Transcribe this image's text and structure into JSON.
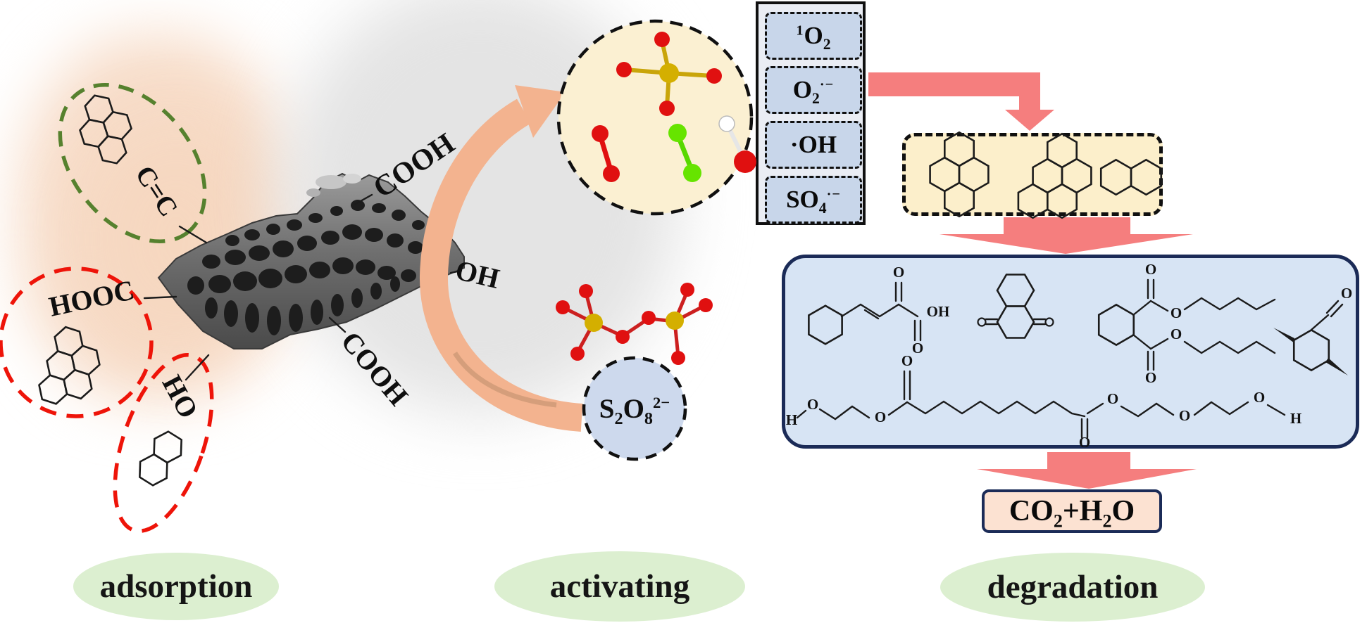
{
  "figure": {
    "stage_labels": {
      "adsorption": "adsorption",
      "activating": "activating",
      "degradation": "degradation"
    },
    "functional_groups": {
      "cc": "C=C",
      "hooc": "HOOC",
      "ho": "HO",
      "cooh_top": "COOH",
      "oh": "OH",
      "cooh_bottom": "COOH"
    },
    "ros_box": {
      "chips": [
        {
          "pre_sup": "1",
          "base": "O",
          "sub": "2"
        },
        {
          "base": "O",
          "sub": "2",
          "post_sup": "·−"
        },
        {
          "pre": "·",
          "base": "OH"
        },
        {
          "base": "SO",
          "sub": "4",
          "post_sup": "·−"
        }
      ]
    },
    "persulfate_label": {
      "base": "S",
      "sub": "2",
      "base2": "O",
      "sub2": "8",
      "post_sup": "2−"
    },
    "product_label": {
      "base": "CO",
      "sub": "2",
      "mid": "+H",
      "sub2": "2",
      "end": "O"
    },
    "atoms": {
      "o": "O",
      "h": "H",
      "oh": "OH"
    },
    "colors": {
      "peach_arrow": "#f3b38f",
      "pink_arrow": "#f57e7e",
      "stage_ellipse": "#dcefd0",
      "ros_chip": "#c8d6ea",
      "ros_circle_fill": "#fbf0d2",
      "yellow_box": "#fcefcb",
      "blue_box_fill": "#d7e4f4",
      "box_border_navy": "#1b2b57",
      "green_dash": "#56812e",
      "red_dash": "#ee1409",
      "product_box_fill": "#fce2d2"
    }
  }
}
